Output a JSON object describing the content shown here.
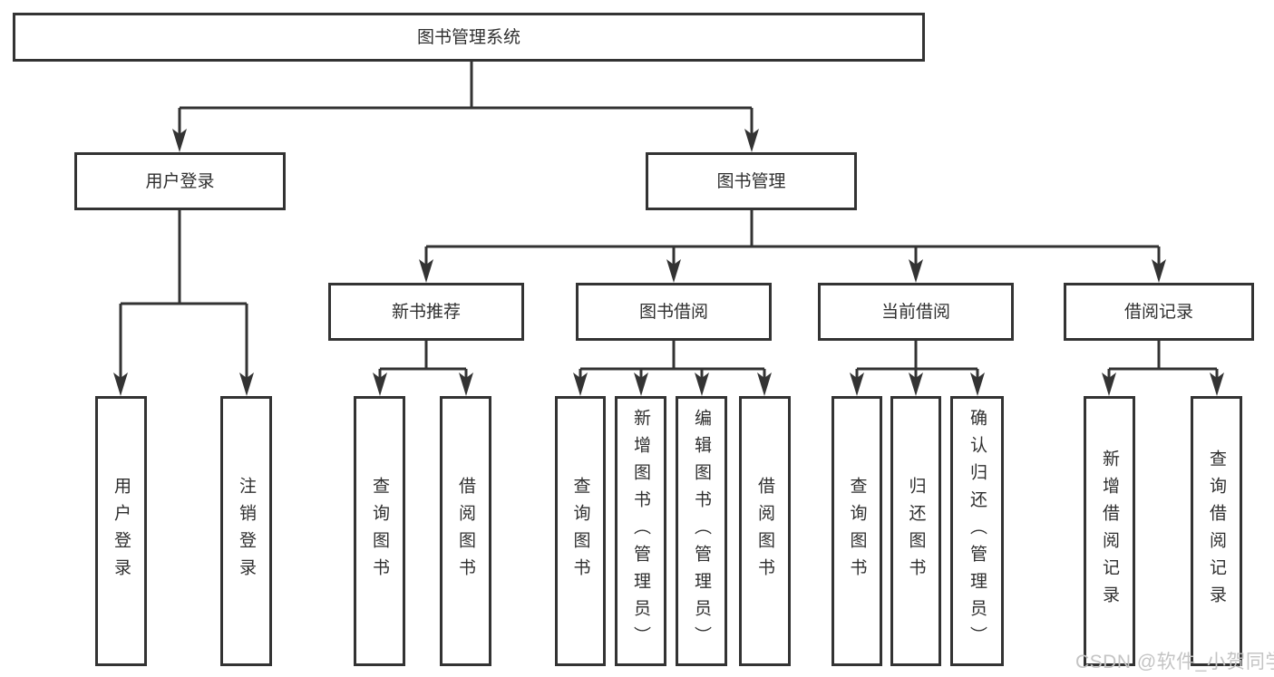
{
  "diagram_type": "hierarchy-diagram",
  "tree": {
    "label": "图书管理系统",
    "children": [
      {
        "label": "用户登录",
        "children": [
          {
            "label": "用户登录"
          },
          {
            "label": "注销登录"
          }
        ]
      },
      {
        "label": "图书管理",
        "children": [
          {
            "label": "新书推荐",
            "children": [
              {
                "label": "查询图书"
              },
              {
                "label": "借阅图书"
              }
            ]
          },
          {
            "label": "图书借阅",
            "children": [
              {
                "label": "查询图书"
              },
              {
                "label": "新增图书（管理员）"
              },
              {
                "label": "编辑图书（管理员）"
              },
              {
                "label": "借阅图书"
              }
            ]
          },
          {
            "label": "当前借阅",
            "children": [
              {
                "label": "查询图书"
              },
              {
                "label": "归还图书"
              },
              {
                "label": "确认归还（管理员）"
              }
            ]
          },
          {
            "label": "借阅记录",
            "children": [
              {
                "label": "新增借阅记录"
              },
              {
                "label": "查询借阅记录"
              }
            ]
          }
        ]
      }
    ]
  },
  "watermark": {
    "text": "CSDN @软件_小贺同学"
  },
  "colors": {
    "line": "#333333",
    "text": "#2f2f2f",
    "watermark": "#c4c4c4",
    "bg": "#ffffff"
  }
}
